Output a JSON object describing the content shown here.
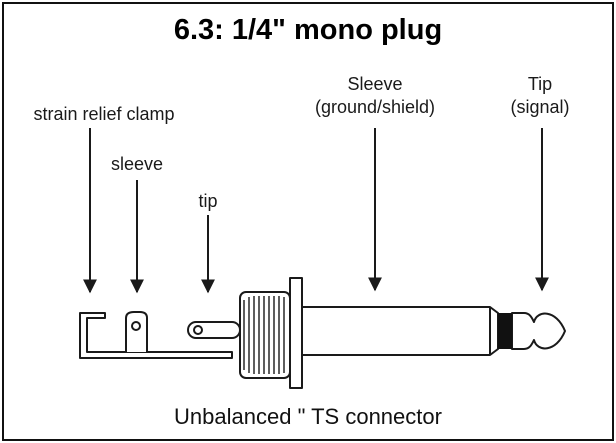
{
  "title": "6.3: 1/4\" mono plug",
  "caption": "Unbalanced \" TS connector",
  "labels": {
    "strain_relief": "strain relief clamp",
    "sleeve_small": "sleeve",
    "tip_small": "tip",
    "sleeve_line1": "Sleeve",
    "sleeve_line2": "(ground/shield)",
    "tip_line1": "Tip",
    "tip_line2": "(signal)"
  },
  "colors": {
    "ink": "#1a1a1a",
    "background": "#ffffff",
    "insulator": "#111111"
  }
}
